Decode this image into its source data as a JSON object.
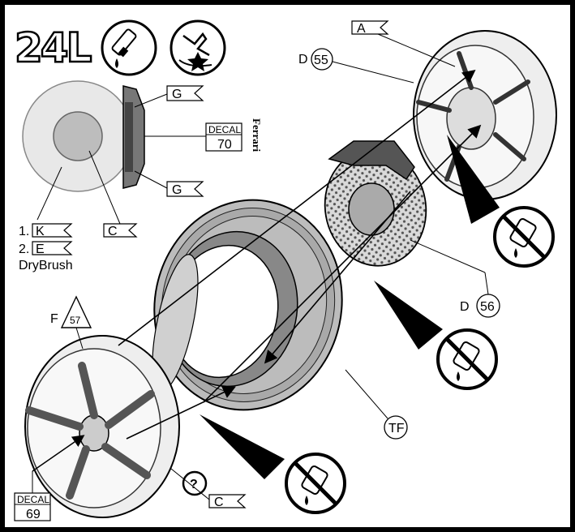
{
  "step": {
    "number": "24L"
  },
  "brand": {
    "logo_text": "Ferrari"
  },
  "colors": {
    "ink": "#000000",
    "paper": "#ffffff",
    "light_gray": "#e6e6e6",
    "mid_gray": "#bdbdbd",
    "dark_gray": "#8c8c8c"
  },
  "icons": [
    "glue-tube-icon",
    "pliers-drybrush-icon",
    "no-glue-icon"
  ],
  "callouts": {
    "A": "A",
    "D55_letter": "D",
    "D55_num": "55",
    "D56_letter": "D",
    "D56_num": "56",
    "G_top": "G",
    "G_bottom": "G",
    "decal70_label": "DECAL",
    "decal70_num": "70",
    "C_disc": "C",
    "K_prefix": "1.",
    "K": "K",
    "E_prefix": "2.",
    "E": "E",
    "drybrush": "DryBrush",
    "F_letter": "F",
    "F_num": "57",
    "TF": "TF",
    "question": "?",
    "C_bottom": "C",
    "decal69_label": "DECAL",
    "decal69_num": "69"
  }
}
